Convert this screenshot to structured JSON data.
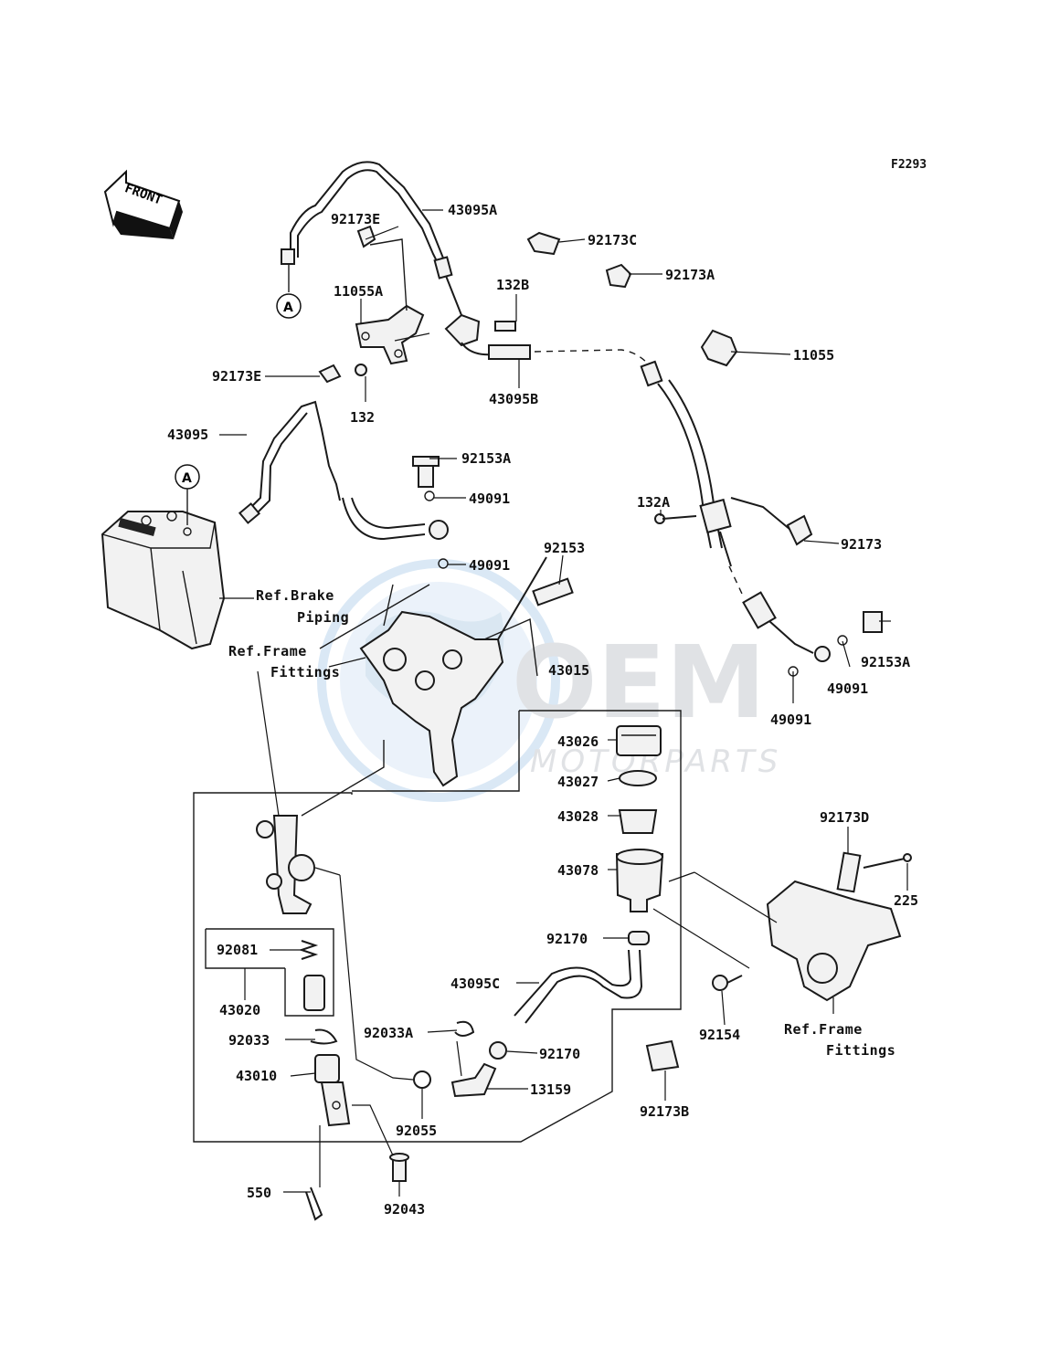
{
  "figure_id": "F2293",
  "front_label": "FRONT",
  "marker_a": "A",
  "watermark": {
    "main": "OEM",
    "sub": "MOTORPARTS"
  },
  "parts": {
    "p43095A": "43095A",
    "p92173E_top": "92173E",
    "p92173C": "92173C",
    "p92173A": "92173A",
    "p132B": "132B",
    "p11055A": "11055A",
    "p11055": "11055",
    "p92173E_bottom": "92173E",
    "p43095B": "43095B",
    "p132": "132",
    "p43095": "43095",
    "p92153A_top": "92153A",
    "p49091_a": "49091",
    "p132A": "132A",
    "p92173": "92173",
    "p49091_b": "49091",
    "p92153": "92153",
    "p92153A_right": "92153A",
    "p49091_c": "49091",
    "p49091_d": "49091",
    "p43015": "43015",
    "p43026": "43026",
    "p43027": "43027",
    "p43028": "43028",
    "p43078": "43078",
    "p92173D": "92173D",
    "p225": "225",
    "p92170_a": "92170",
    "p92081": "92081",
    "p43095C": "43095C",
    "p92154": "92154",
    "p43020": "43020",
    "p92033": "92033",
    "p92033A": "92033A",
    "p92170_b": "92170",
    "p43010": "43010",
    "p13159": "13159",
    "p92173B": "92173B",
    "p92055": "92055",
    "p550": "550",
    "p92043": "92043"
  },
  "refs": {
    "brake_line1": "Ref.Brake",
    "brake_line2": "Piping",
    "frame_left_line1": "Ref.Frame",
    "frame_left_line2": "Fittings",
    "frame_right_line1": "Ref.Frame",
    "frame_right_line2": "Fittings"
  }
}
